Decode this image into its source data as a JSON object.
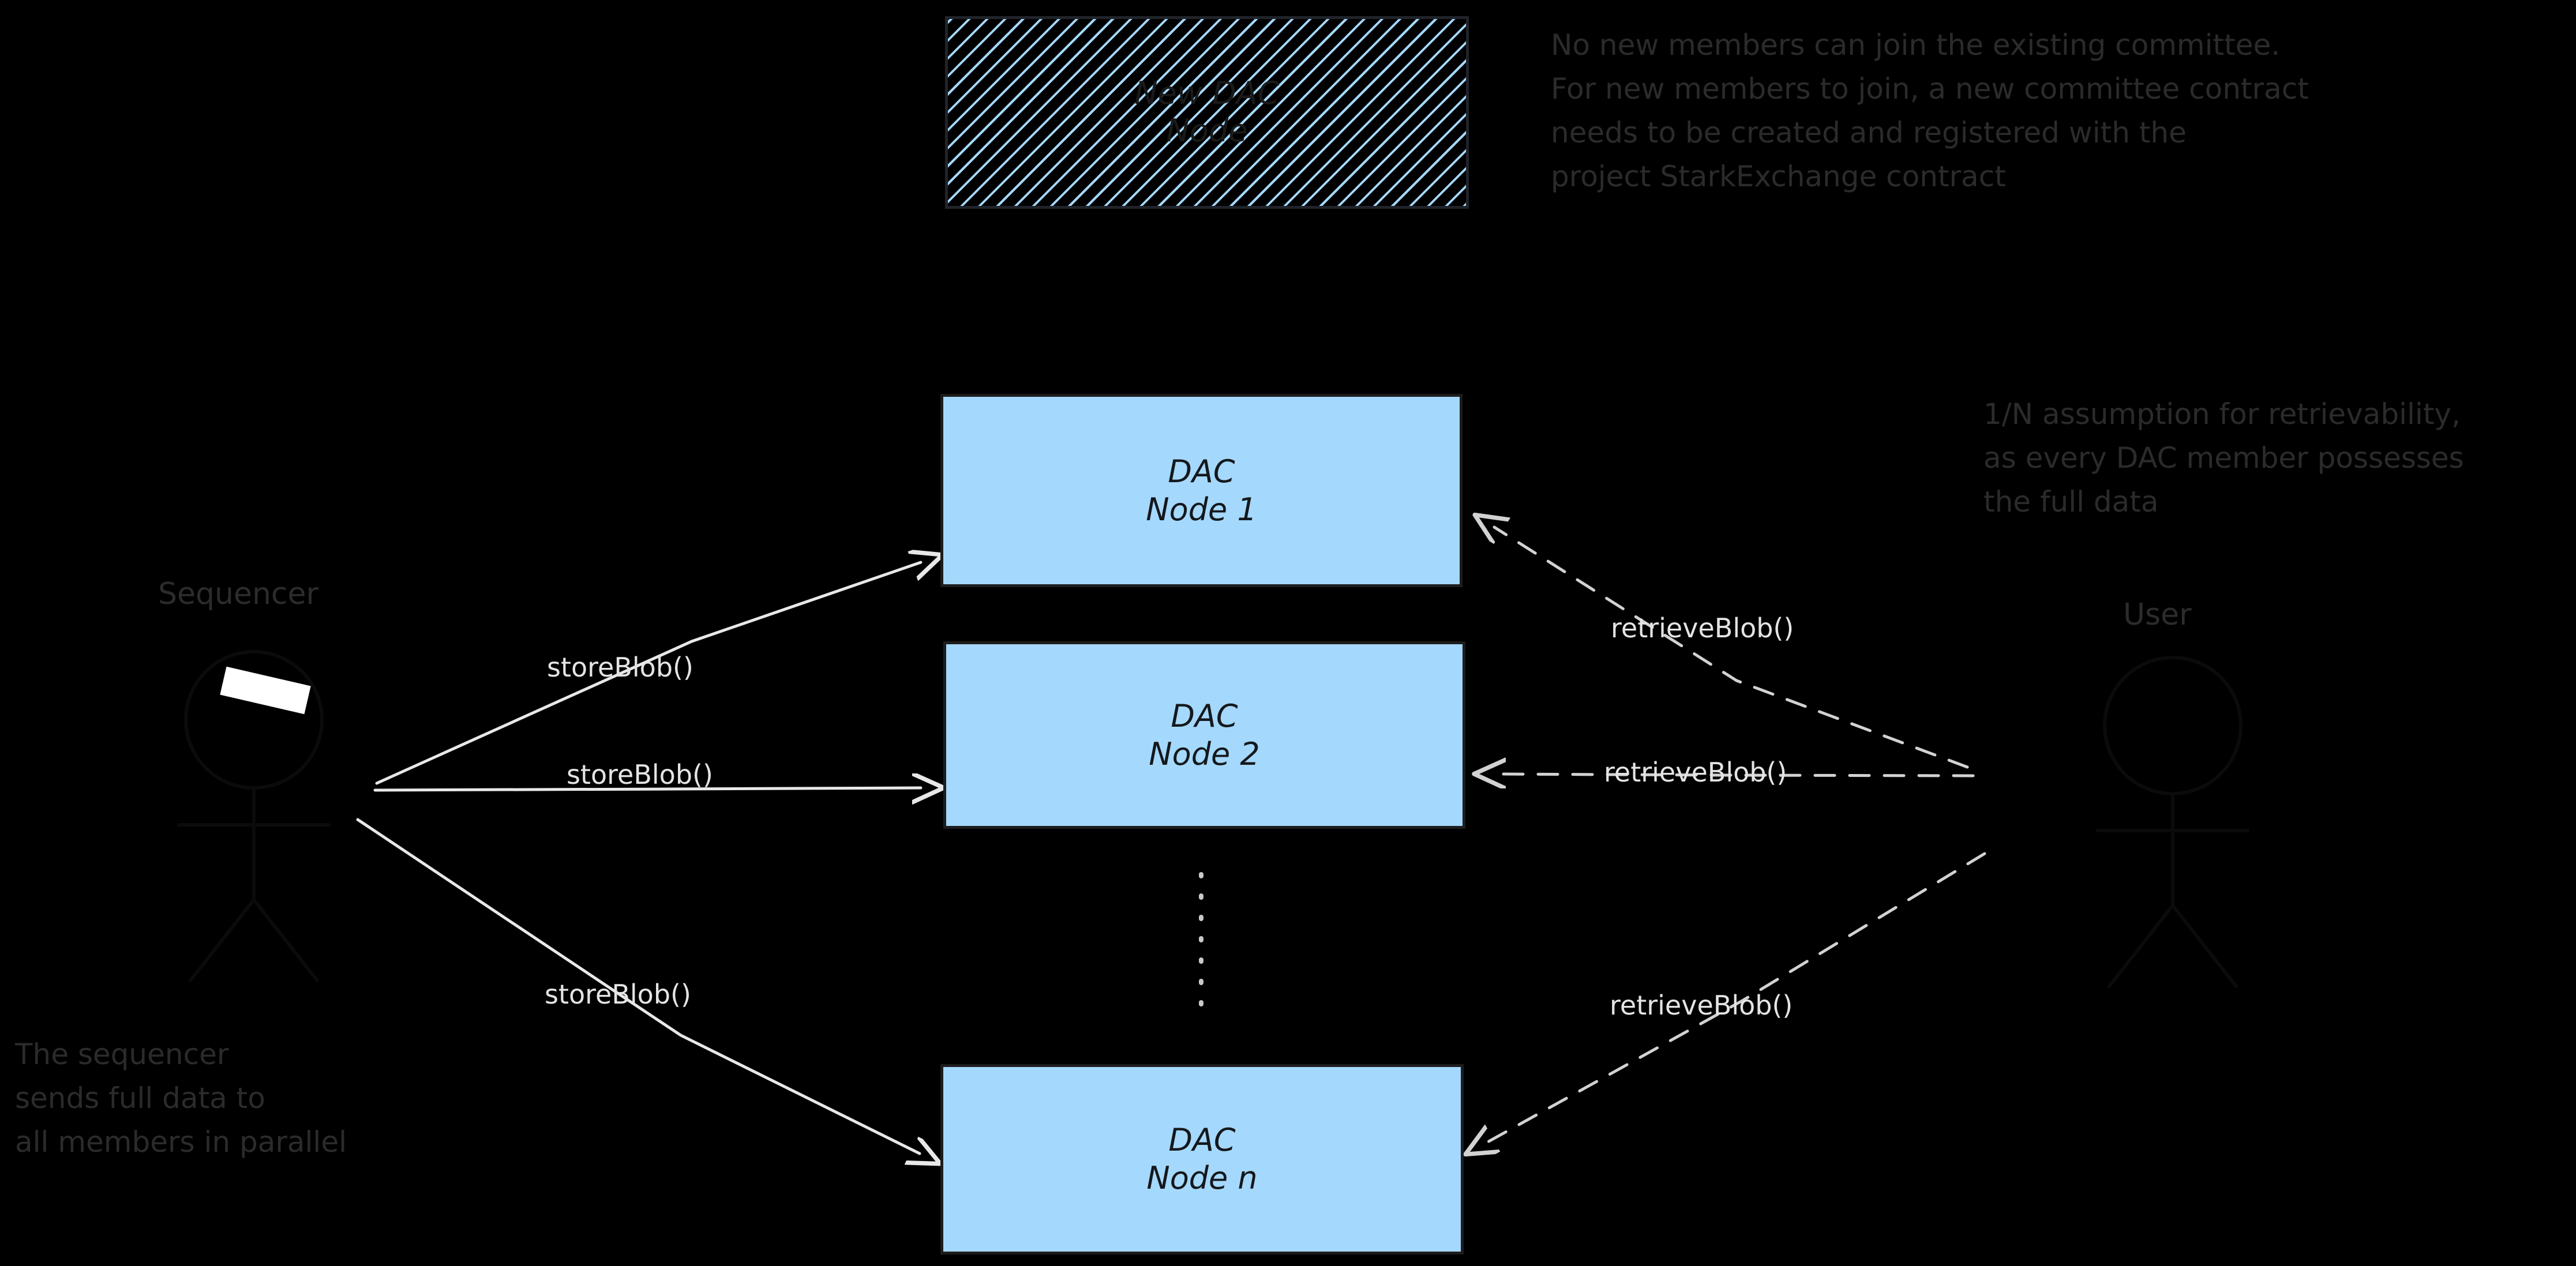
{
  "diagram": {
    "background_color": "#000000",
    "node_fill_color": "#a5d8fd",
    "node_stroke_color": "#1d1d1d",
    "annotation_color": "#2b2b2b",
    "edge_label_color": "#e4e4e4"
  },
  "nodes": {
    "new_dac_node": {
      "line1": "New DAC",
      "line2": "Node",
      "style": "hatched"
    },
    "dac_node_1": {
      "line1": "DAC",
      "line2": "Node 1"
    },
    "dac_node_2": {
      "line1": "DAC",
      "line2": "Node 2"
    },
    "dac_node_n": {
      "line1": "DAC",
      "line2": "Node n"
    }
  },
  "actors": {
    "sequencer": {
      "label": "Sequencer"
    },
    "user": {
      "label": "User"
    }
  },
  "edges": {
    "store_blob_1": {
      "label": "storeBlob()",
      "style": "solid"
    },
    "store_blob_2": {
      "label": "storeBlob()",
      "style": "solid"
    },
    "store_blob_n": {
      "label": "storeBlob()",
      "style": "solid"
    },
    "retrieve_blob_1": {
      "label": "retrieveBlob()",
      "style": "dashed"
    },
    "retrieve_blob_2": {
      "label": "retrieveBlob()",
      "style": "dashed"
    },
    "retrieve_blob_n": {
      "label": "retrieveBlob()",
      "style": "dashed"
    }
  },
  "annotations": {
    "committee": "No new members can join the existing committee.\nFor new members to join, a new committee contract\nneeds to be created and registered with the\nproject StarkExchange contract",
    "retrievability": "1/N assumption for retrievability,\nas every DAC member possesses\nthe full data",
    "sequencer_parallel": "The sequencer\nsends full data to\nall members in parallel"
  }
}
